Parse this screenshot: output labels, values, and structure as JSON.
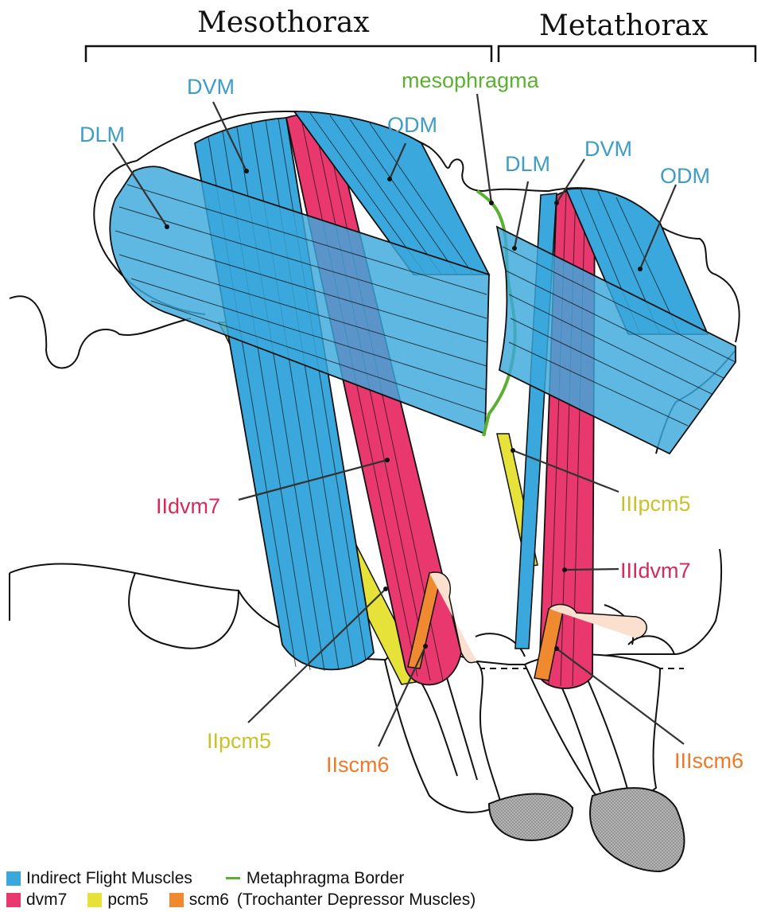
{
  "regions": {
    "meso": "Mesothorax",
    "meta": "Metathorax"
  },
  "labels": {
    "meso_dvm": "DVM",
    "meso_dlm": "DLM",
    "meso_odm": "ODM",
    "mesophragma": "mesophragma",
    "meta_dlm": "DLM",
    "meta_dvm": "DVM",
    "meta_odm": "ODM",
    "iidvm7": "IIdvm7",
    "iiipcm5": "IIIpcm5",
    "iiidvm7": "IIIdvm7",
    "iipcm5": "IIpcm5",
    "iiscm6": "IIscm6",
    "iiiscm6": "IIIscm6"
  },
  "legend": {
    "indirect": "Indirect Flight Muscles",
    "border": "Metaphragma Border",
    "dvm7": "dvm7",
    "pcm5": "pcm5",
    "scm6": "scm6",
    "trochanter": "(Trochanter Depressor Muscles)"
  },
  "colors": {
    "indirect": "#3aa8dc",
    "dvm7": "#e8386e",
    "pcm5": "#e6e23a",
    "scm6": "#f08a30",
    "border": "#5cb030",
    "label_blue": "#3d9dc4",
    "label_pink": "#d42a5c",
    "label_yellow": "#c9c22a",
    "label_orange": "#ee7a28",
    "coxa_fill": "#a8a8a8"
  }
}
